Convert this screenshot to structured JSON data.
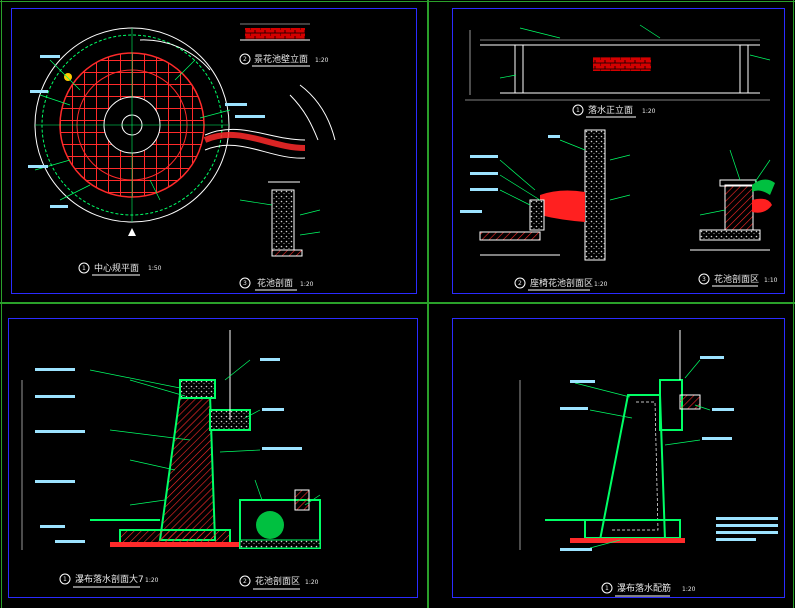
{
  "drawing_set": {
    "panel_1": {
      "title_plan": "中心规平面",
      "scale_plan": "1:50",
      "num_plan": "1",
      "title_elev": "景花池壁立面",
      "scale_elev": "1:20",
      "num_elev": "2",
      "title_section": "花池剖面",
      "scale_section": "1:20",
      "num_section": "3"
    },
    "panel_2": {
      "title_elev": "落水正立面",
      "scale_elev": "1:20",
      "num_elev": "1",
      "title_sec_a": "座椅花池剖面区",
      "scale_sec_a": "1:20",
      "num_sec_a": "2",
      "title_sec_b": "花池剖面区",
      "scale_sec_b": "1:10",
      "num_sec_b": "3"
    },
    "panel_3": {
      "title_main": "瀑布落水剖面大7",
      "scale_main": "1:20",
      "num_main": "1",
      "title_small": "花池剖面区",
      "scale_small": "1:20",
      "num_small": "2"
    },
    "panel_4": {
      "title_main": "瀑布落水配筋",
      "scale_main": "1:20",
      "num_main": "1"
    }
  },
  "colors": {
    "frame": "#2aa02a",
    "border": "#2b2bff",
    "hatch": "#ff2a2a",
    "linework": "#00ff66",
    "dim": "#ffffff",
    "leader": "#00ff66",
    "title_block": "#9ce3ff"
  }
}
